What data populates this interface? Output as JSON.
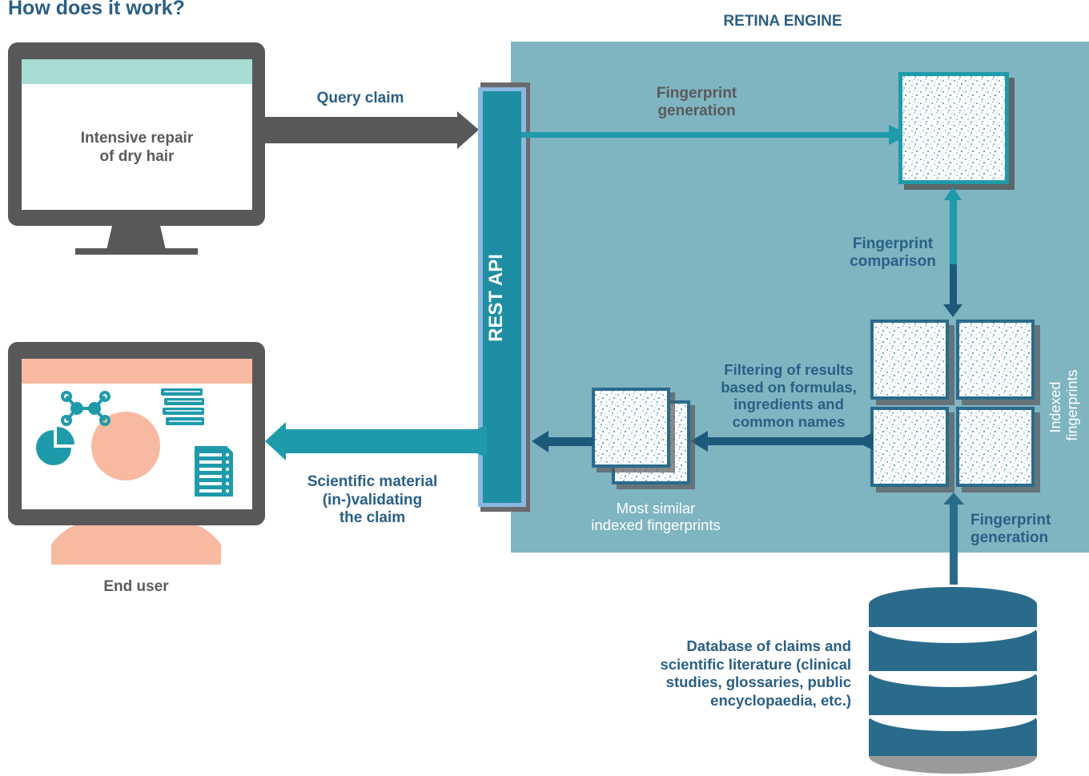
{
  "title": "How does it work?",
  "engine": {
    "title": "RETINA ENGINE"
  },
  "api": {
    "label": "REST API"
  },
  "input_monitor": {
    "screen_text": "Intensive repair\nof dry hair"
  },
  "labels": {
    "query_claim": "Query claim",
    "fp_generation_top": "Fingerprint\ngeneration",
    "fp_comparison": "Fingerprint\ncomparison",
    "filtering": "Filtering of results\nbased on formulas,\ningredients and\ncommon names",
    "indexed_fingerprints": "Indexed\nfingerprints",
    "most_similar": "Most similar\nindexed fingerprints",
    "fp_generation_bottom": "Fingerprint\ngeneration",
    "scientific_material": "Scientific material\n(in-)validating\nthe claim",
    "end_user": "End user",
    "database": "Database of claims and\nscientific literature (clinical\nstudies, glossaries, public\nencyclopaedia, etc.)"
  },
  "colors": {
    "engine_bg": "#7fb4c1",
    "api_fill": "#1e8fa3",
    "api_border": "#8ab8e0",
    "arrow_teal": "#1e9aaa",
    "arrow_dark": "#1c5a7a",
    "monitor_frame": "#58585a",
    "screen_bar_top": "#a8ddd3",
    "screen_bar_bottom": "#f7b9a0",
    "database": "#2a6b8c",
    "title_blue": "#2a5f86"
  },
  "icons": [
    "network-icon",
    "books-icon",
    "pie-chart-icon",
    "document-icon",
    "user-head-icon"
  ]
}
